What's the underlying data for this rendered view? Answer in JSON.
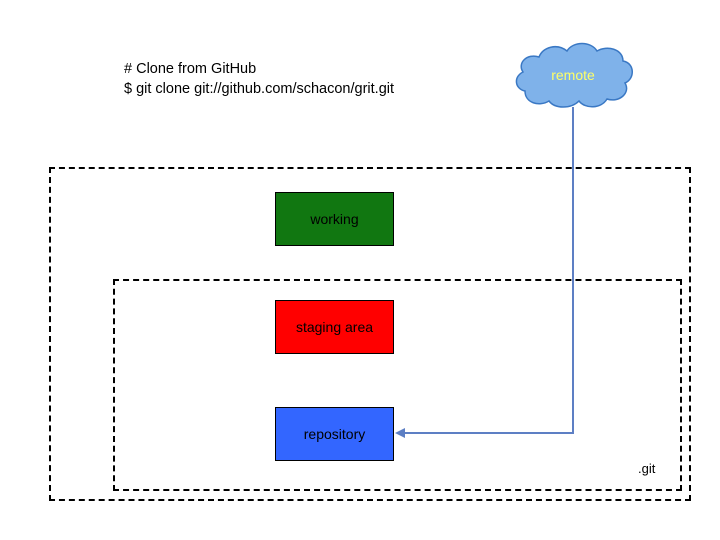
{
  "code": {
    "comment": "# Clone from GitHub",
    "command": "$ git clone git://github.com/schacon/grit.git"
  },
  "nodes": {
    "working": {
      "label": "working",
      "color": "#117711"
    },
    "staging": {
      "label": "staging area",
      "color": "#ff0000"
    },
    "repository": {
      "label": "repository",
      "color": "#3366ff"
    }
  },
  "remote": {
    "label": "remote",
    "label_color": "#ffff66",
    "fill": "#7fb2ea",
    "stroke": "#3a78c4"
  },
  "git_dir": {
    "label": ".git"
  },
  "arrow_color": "#5d7fc4"
}
